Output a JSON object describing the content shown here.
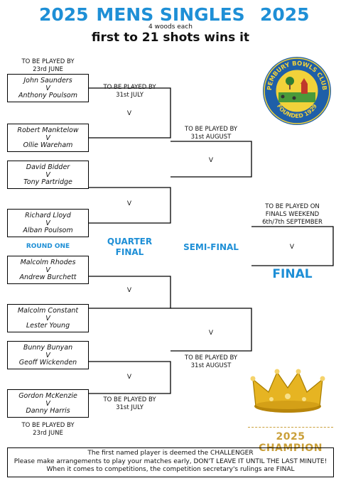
{
  "header": {
    "year_left": "2025",
    "title": "MENS SINGLES",
    "year_right": "2025",
    "subtitle": "4 woods each",
    "rule": "first to 21 shots wins it"
  },
  "notes": {
    "r1_top": [
      "TO BE PLAYED BY",
      "23rd JUNE"
    ],
    "qf_top": [
      "TO BE PLAYED BY",
      "31st JULY"
    ],
    "sf_top": [
      "TO BE PLAYED BY",
      "31st AUGUST"
    ],
    "final": [
      "TO BE PLAYED ON",
      "FINALS WEEKEND",
      "6th/7th SEPTEMBER"
    ],
    "sf_bottom": [
      "TO BE PLAYED BY",
      "31st AUGUST"
    ],
    "qf_bottom": [
      "TO BE PLAYED BY",
      "31st JULY"
    ],
    "r1_bottom": [
      "TO BE PLAYED BY",
      "23rd JUNE"
    ]
  },
  "round_one": {
    "label": "ROUND ONE",
    "matches": [
      {
        "home": "John Saunders",
        "vs": "V",
        "away": "Anthony Poulsom"
      },
      {
        "home": "Robert Manktelow",
        "vs": "V",
        "away": "Ollie Wareham"
      },
      {
        "home": "David Bidder",
        "vs": "V",
        "away": "Tony Partridge"
      },
      {
        "home": "Richard Lloyd",
        "vs": "V",
        "away": "Alban Poulsom"
      },
      {
        "home": "Malcolm Rhodes",
        "vs": "V",
        "away": "Andrew Burchett"
      },
      {
        "home": "Malcolm Constant",
        "vs": "V",
        "away": "Lester Young"
      },
      {
        "home": "Bunny Bunyan",
        "vs": "V",
        "away": "Geoff Wickenden"
      },
      {
        "home": "Gordon McKenzie",
        "vs": "V",
        "away": "Danny Harris"
      }
    ]
  },
  "quarter_final": {
    "label_1": "QUARTER",
    "label_2": "FINAL",
    "vs": [
      "V",
      "V",
      "V",
      "V"
    ]
  },
  "semi_final": {
    "label": "SEMI-FINAL",
    "vs": [
      "V",
      "V"
    ]
  },
  "final": {
    "label": "FINAL",
    "vs": "V"
  },
  "club_logo": {
    "top_text": "PEMBURY BOWLS CLUB",
    "bottom_text": "FOUNDED 1929",
    "colors": {
      "ring": "#1f5fa8",
      "inner": "#f2d23a",
      "accent": "#c0392b"
    }
  },
  "champion": {
    "label": "2025 CHAMPION",
    "icon": "crown-icon",
    "color": "#caa03a"
  },
  "footer": {
    "line1": "The first named player is deemed the CHALLENGER",
    "line2": "Please make arrangements to play your matches early, DON'T LEAVE IT UNTIL THE LAST MINUTE!",
    "line3": "When it comes to competitions, the competition secretary's rulings are FINAL"
  }
}
